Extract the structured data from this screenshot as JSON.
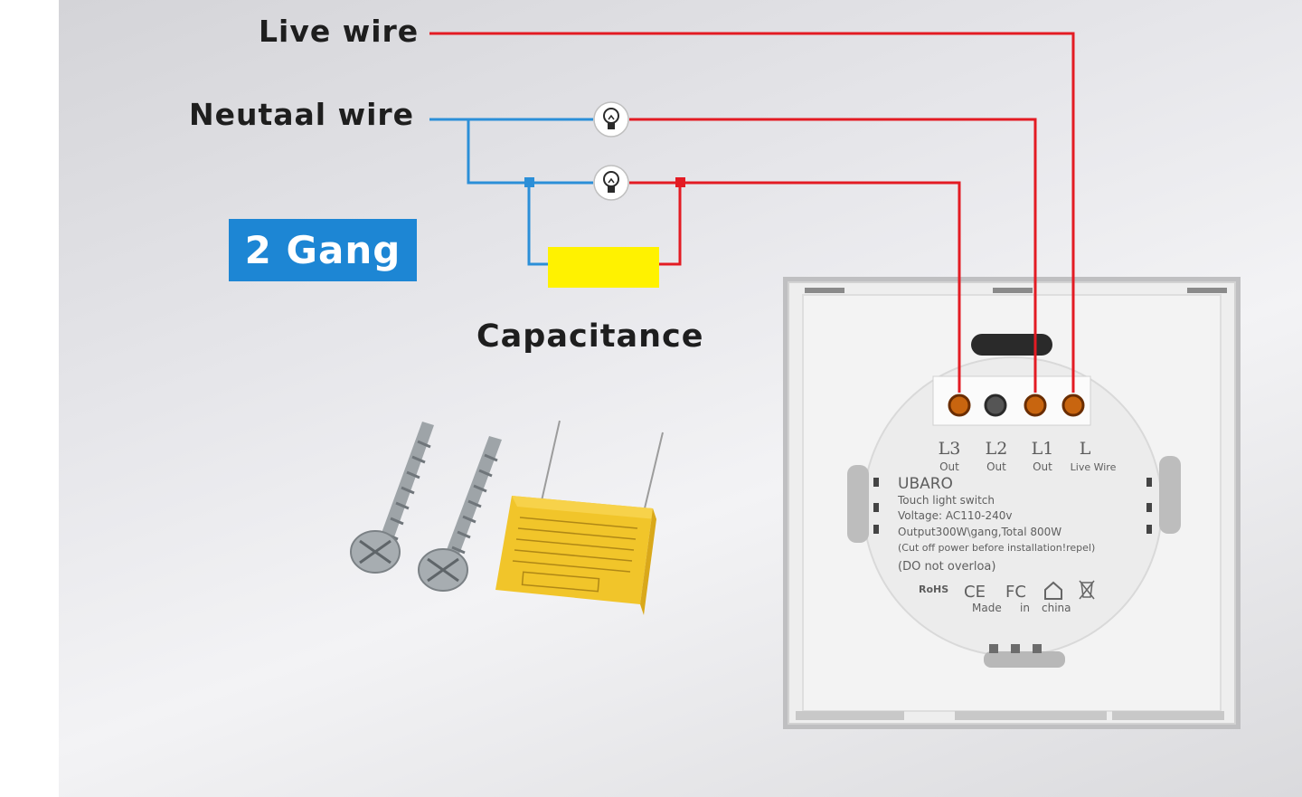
{
  "labels": {
    "live_wire": "Live wire",
    "neutral_wire": "Neutaal wire",
    "gang": "2 Gang",
    "capacitance": "Capacitance"
  },
  "switch_back": {
    "terminals": [
      {
        "code": "L3",
        "sub": "Out"
      },
      {
        "code": "L2",
        "sub": "Out"
      },
      {
        "code": "L1",
        "sub": "Out"
      },
      {
        "code": "L",
        "sub": "Live Wire"
      }
    ],
    "brand": "UBARO",
    "spec_lines": [
      "Touch light switch",
      "Voltage: AC110-240v",
      "Output300W\\gang,Total 800W",
      "(Cut off power before installation!repel)",
      "(DO not overloa)"
    ],
    "cert_marks": [
      "RoHS",
      "CE",
      "FC"
    ],
    "made_in": [
      "Made",
      "in",
      "china"
    ]
  },
  "colors": {
    "live": "#e31b23",
    "neutral": "#2b8fd8",
    "badge": "#1d86d4",
    "capacitor": "#fff200",
    "terminal": "#c8650f"
  }
}
